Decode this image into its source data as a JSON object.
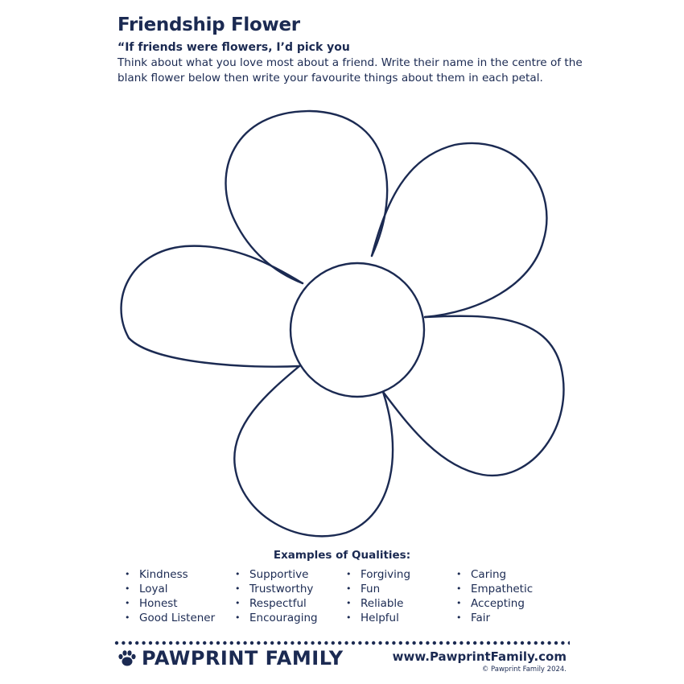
{
  "header": {
    "title": "Friendship Flower",
    "subtitle": "“If friends were flowers, I’d pick you",
    "instructions_line1": "Think about what you love most about a friend. Write their name in the centre of the",
    "instructions_line2": "blank flower below then write your favourite things about them in each petal."
  },
  "qualities": {
    "heading": "Examples of Qualities:",
    "columns": [
      [
        "Kindness",
        "Loyal",
        "Honest",
        "Good Listener"
      ],
      [
        "Supportive",
        "Trustworthy",
        "Respectful",
        "Encouraging"
      ],
      [
        "Forgiving",
        "Fun",
        "Reliable",
        "Helpful"
      ],
      [
        "Caring",
        "Empathetic",
        "Accepting",
        "Fair"
      ]
    ]
  },
  "footer": {
    "brand": "PAWPRINT FAMILY",
    "url": "www.PawprintFamily.com",
    "copyright": "© Pawprint Family 2024."
  },
  "colors": {
    "ink": "#1b2a52",
    "background": "#ffffff"
  },
  "icons": {
    "brand": "paw-print-icon"
  }
}
